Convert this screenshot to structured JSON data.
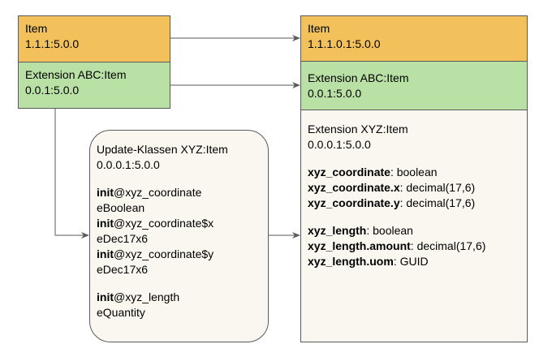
{
  "left_item": {
    "title": "Item",
    "version": "1.1.1:5.0.0"
  },
  "left_extension": {
    "title": "Extension ABC:Item",
    "version": "0.0.1:5.0.0"
  },
  "update_box": {
    "title": "Update-Klassen XYZ:Item",
    "version": "0.0.0.1:5.0.0",
    "entries": [
      {
        "keyword": "init",
        "field": "@xyz_coordinate",
        "type": "eBoolean"
      },
      {
        "keyword": "init",
        "field": "@xyz_coordinate$x",
        "type": "eDec17x6"
      },
      {
        "keyword": "init",
        "field": "@xyz_coordinate$y",
        "type": "eDec17x6"
      },
      {
        "keyword": "init",
        "field": "@xyz_length",
        "type": "eQuantity"
      }
    ]
  },
  "right_item": {
    "title": "Item",
    "version": "1.1.1.0.1:5.0.0"
  },
  "right_extension_abc": {
    "title": "Extension ABC:Item",
    "version": "0.0.1:5.0.0"
  },
  "right_extension_xyz": {
    "title": "Extension XYZ:Item",
    "version": "0.0.0.1:5.0.0",
    "properties": [
      {
        "name": "xyz_coordinate",
        "type": ": boolean"
      },
      {
        "name": "xyz_coordinate.x",
        "type": ": decimal(17,6)"
      },
      {
        "name": "xyz_coordinate.y",
        "type": ": decimal(17,6)"
      },
      {
        "name": "xyz_length",
        "type": ": boolean"
      },
      {
        "name": "xyz_length.amount",
        "type": ": decimal(17,6)"
      },
      {
        "name": "xyz_length.uom",
        "type": ": GUID"
      }
    ]
  },
  "colors": {
    "orange": "#f2c15b",
    "green": "#b9e0a5",
    "cream": "#f9f7ef",
    "border": "#5a5a5a",
    "connector": "#5a5a5a"
  }
}
